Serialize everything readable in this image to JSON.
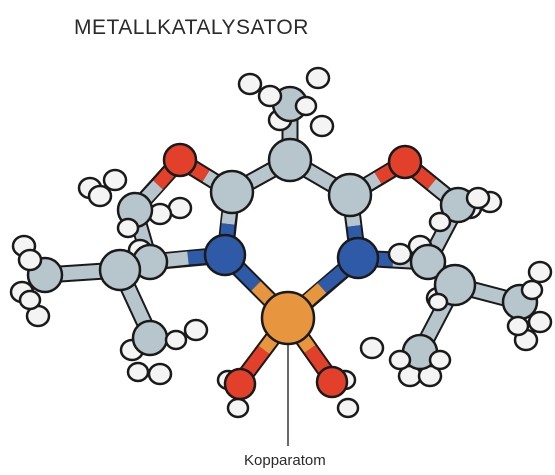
{
  "title": "METALLKATALYSATOR",
  "annotation": "Kopparatom",
  "colors": {
    "carbon": "#b7c6cc",
    "hydrogen": "#f4f4f4",
    "oxygen": "#e2402a",
    "nitrogen": "#2e5aa8",
    "copper": "#e8953f",
    "outline": "#1a1a1a"
  },
  "atom_types": [
    "carbon",
    "hydrogen",
    "oxygen",
    "nitrogen",
    "copper"
  ]
}
